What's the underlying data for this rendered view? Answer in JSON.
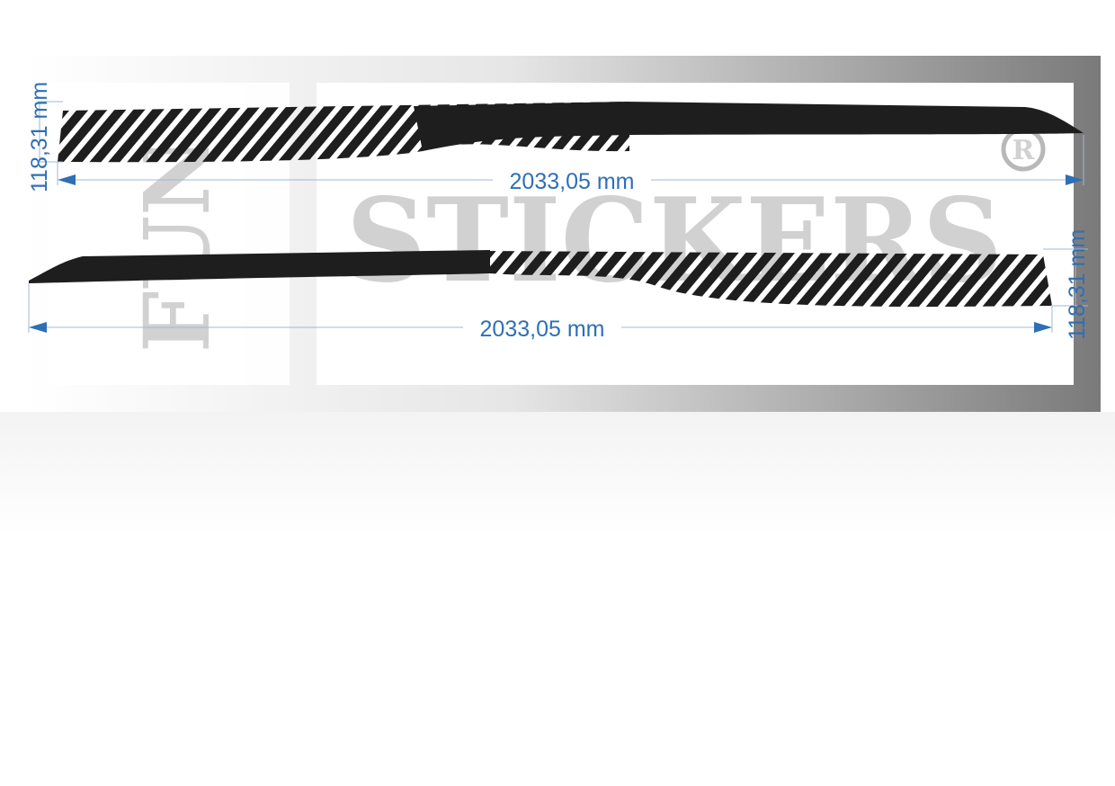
{
  "watermark": {
    "brand_word": "STICKERS",
    "side_word": "FUN",
    "registered_mark": "R"
  },
  "top_stripe": {
    "width_dimension": "2033,05 mm",
    "height_dimension": "118,31 mm"
  },
  "bottom_stripe": {
    "width_dimension": "2033,05 mm",
    "height_dimension": "118,31 mm"
  },
  "colors": {
    "dimension_blue": "#2f6fb5",
    "stripe_fill": "#1e1e1e",
    "watermark_gray": "#c9c9c9"
  }
}
